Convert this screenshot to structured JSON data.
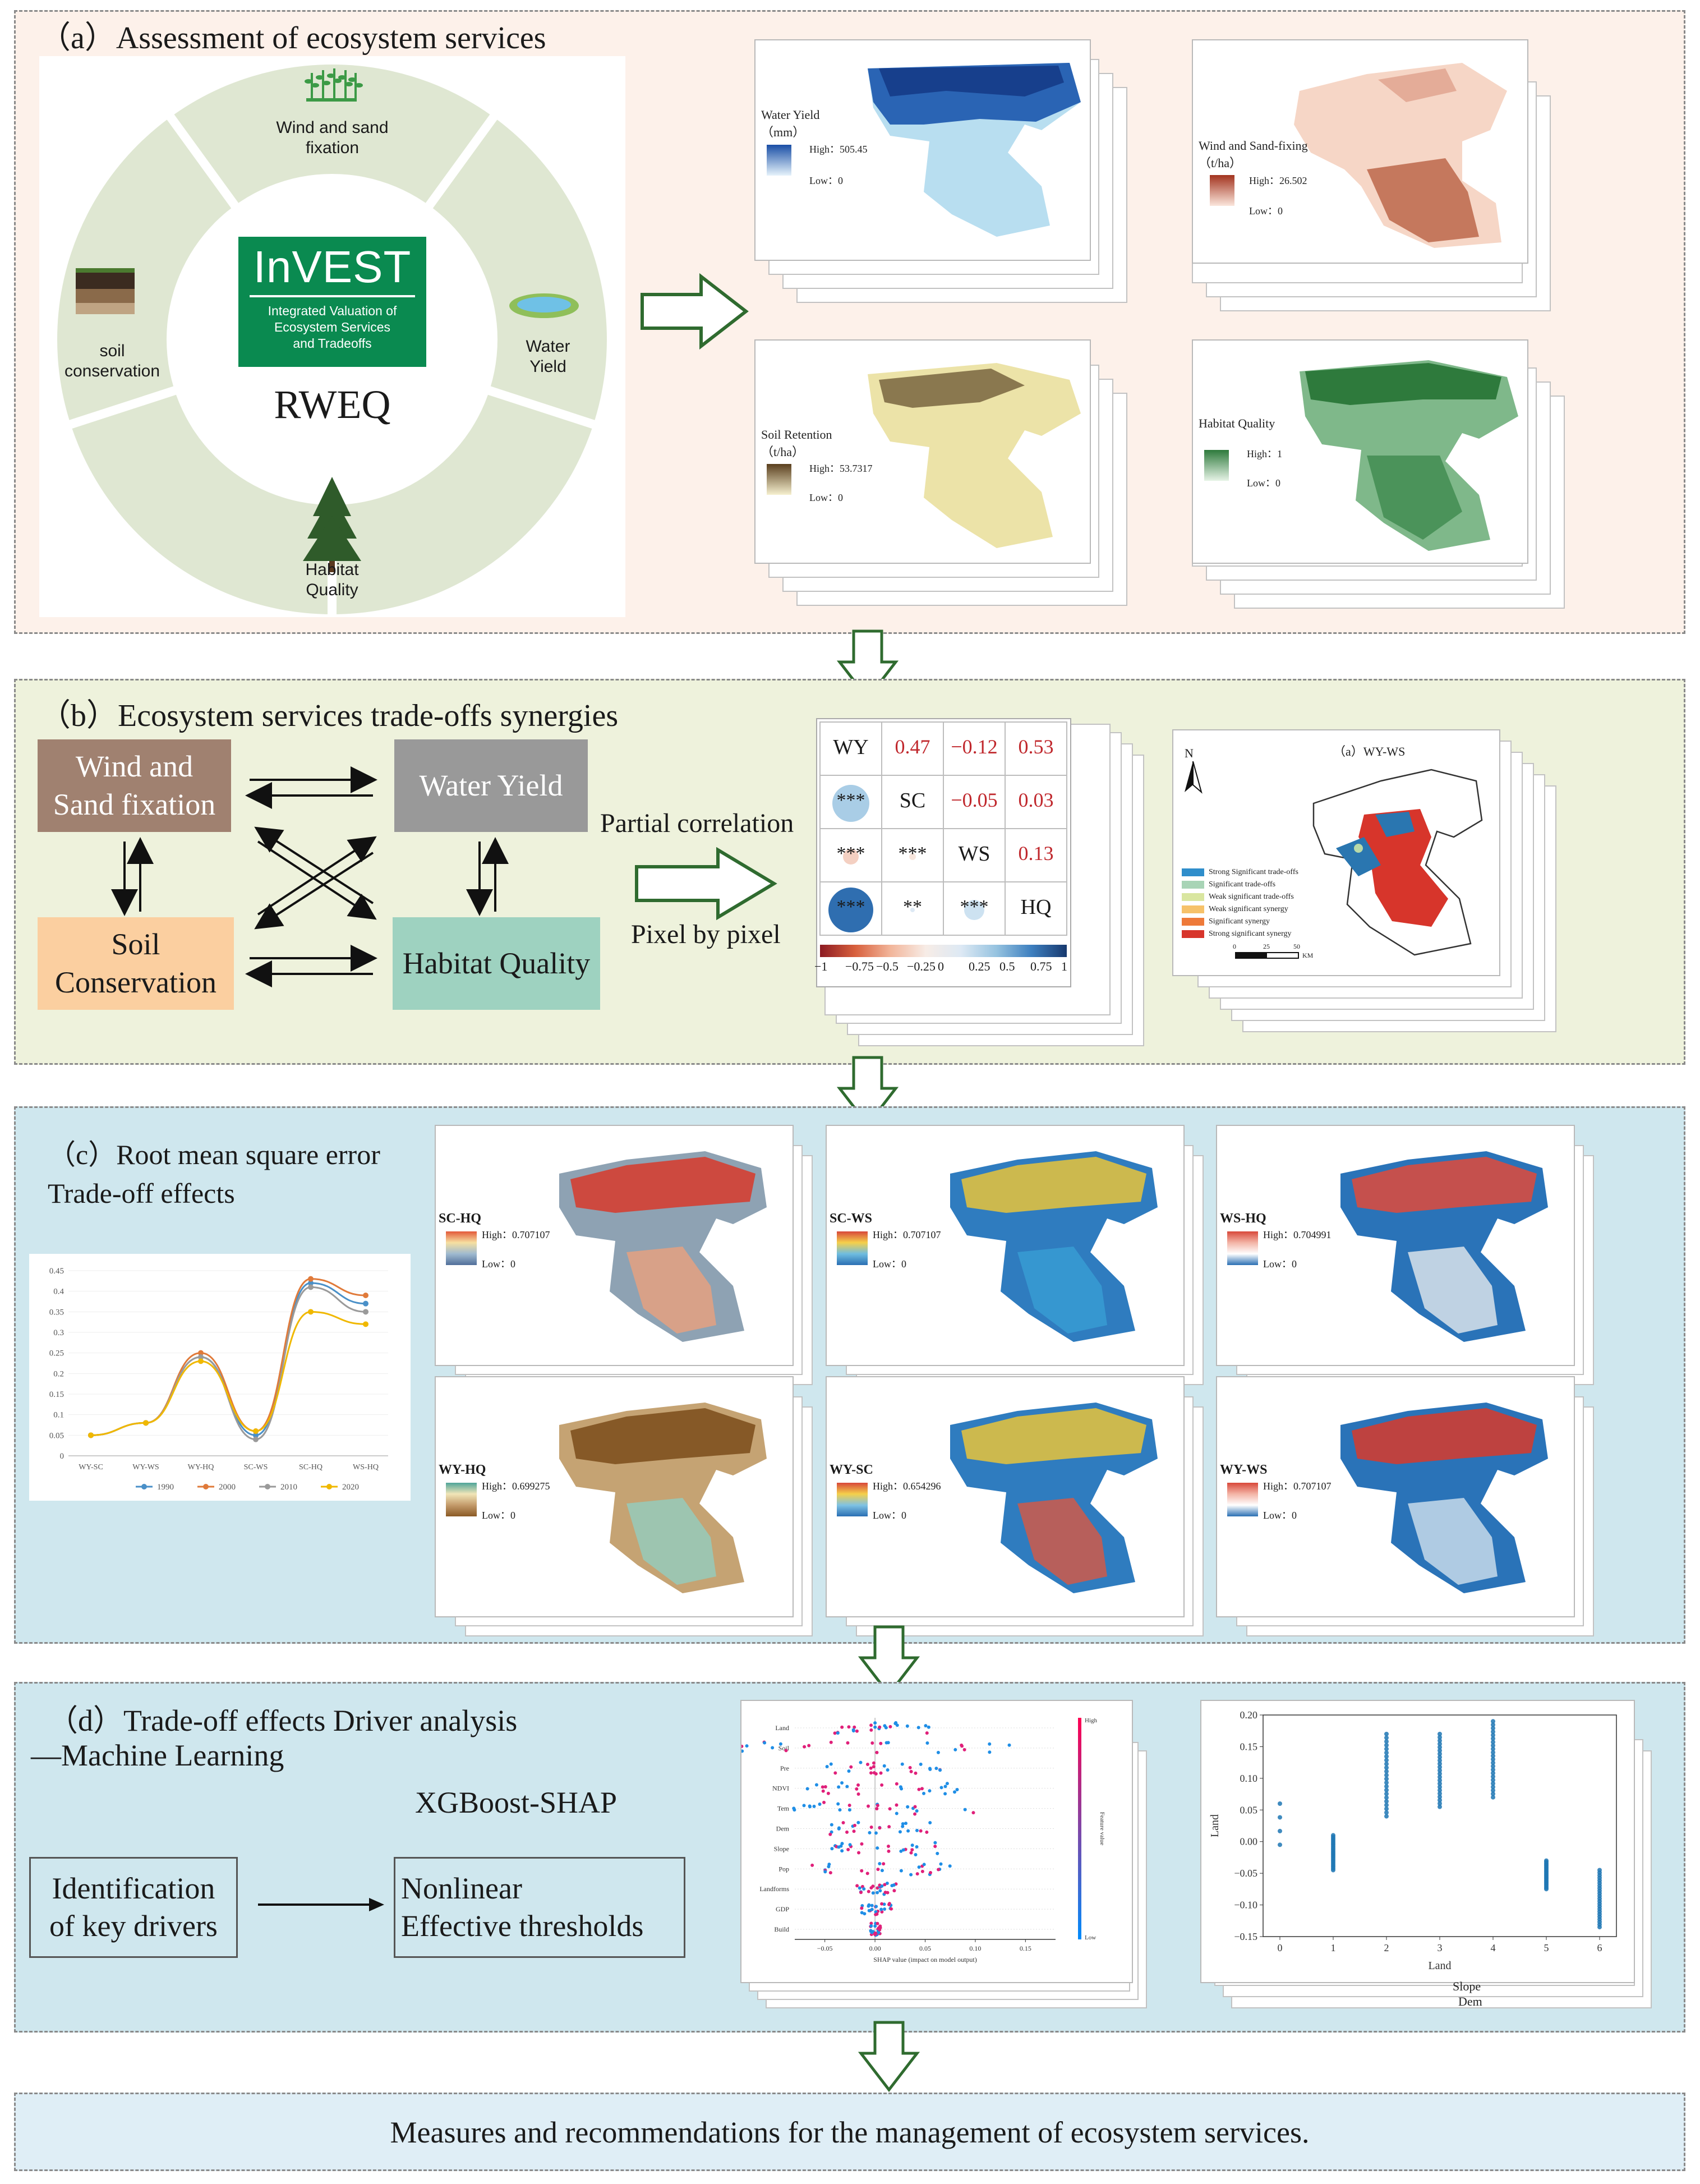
{
  "section_a": {
    "title": "（a）Assessment of ecosystem services",
    "ring": {
      "items": [
        "Wind and sand fixation",
        "Water Yield",
        "Habitat Quality",
        "soil conservation"
      ],
      "wind_l1": "Wind and sand",
      "wind_l2": "fixation",
      "water_l1": "Water",
      "water_l2": "Yield",
      "habitat_l1": "Habitat",
      "habitat_l2": "Quality",
      "soil_l1": "soil",
      "soil_l2": "conservation"
    },
    "invest": {
      "logo": "InVEST",
      "line1": "Integrated Valuation of",
      "line2": "Ecosystem Services",
      "line3": "and Tradeoffs",
      "rweq": "RWEQ"
    },
    "maps": {
      "water": {
        "title": "Water Yield",
        "unit": "（mm）",
        "high": "High：505.45",
        "low": "Low：0"
      },
      "wind": {
        "title": "Wind and Sand-fixing",
        "unit": "（t/ha）",
        "high": "High：26.502",
        "low": "Low：0"
      },
      "soil": {
        "title": "Soil Retention",
        "unit": "（t/ha）",
        "high": "High：53.7317",
        "low": "Low：0"
      },
      "habitat": {
        "title": "Habitat Quality",
        "high": "High：1",
        "low": "Low：0"
      }
    }
  },
  "section_b": {
    "title": "（b）Ecosystem services trade-offs synergies",
    "boxes": {
      "wind_l1": "Wind and",
      "wind_l2": "Sand fixation",
      "water": "Water Yield",
      "soil_l1": "Soil",
      "soil_l2": "Conservation",
      "habitat": "Habitat Quality"
    },
    "arrow_top": "Partial correlation",
    "arrow_bottom": "Pixel by pixel",
    "matrix": {
      "labels": [
        "WY",
        "SC",
        "WS",
        "HQ"
      ],
      "r1": [
        "0.47",
        "−0.12",
        "0.53"
      ],
      "r2": [
        "−0.05",
        "0.03"
      ],
      "r3": [
        "0.13"
      ],
      "stars": [
        "***",
        "***",
        "***",
        "***",
        "**",
        "***"
      ],
      "colorbar_ticks": [
        "−1",
        "−0.75",
        "−0.5",
        "−0.25",
        "0",
        "0.25",
        "0.5",
        "0.75",
        "1"
      ]
    },
    "map": {
      "title": "（a）WY-WS",
      "north": "N",
      "legend": [
        "Strong Significant trade-offs",
        "Significant trade-offs",
        "Weak significant trade-offs",
        "Weak significant synergy",
        "Significant synergy",
        "Strong significant synergy"
      ],
      "scale": [
        "0",
        "25",
        "50"
      ],
      "scale_unit": "KM"
    }
  },
  "section_c": {
    "title1": "（c）Root mean square error",
    "title2": "Trade-off effects",
    "maps": [
      {
        "name": "SC-HQ",
        "high": "High：0.707107",
        "low": "Low：0"
      },
      {
        "name": "SC-WS",
        "high": "High：0.707107",
        "low": "Low：0"
      },
      {
        "name": "WS-HQ",
        "high": "High：0.704991",
        "low": "Low：0"
      },
      {
        "name": "WY-HQ",
        "high": "High：0.699275",
        "low": "Low：0"
      },
      {
        "name": "WY-SC",
        "high": "High：0.654296",
        "low": "Low：0"
      },
      {
        "name": "WY-WS",
        "high": "High：0.707107",
        "low": "Low：0"
      }
    ]
  },
  "chart_data": [
    {
      "type": "line",
      "categories": [
        "WY-SC",
        "WY-WS",
        "WY-HQ",
        "SC-WS",
        "SC-HQ",
        "WS-HQ"
      ],
      "ylim": [
        0,
        0.45
      ],
      "yticks": [
        "0",
        "0.05",
        "0.1",
        "0.15",
        "0.2",
        "0.25",
        "0.3",
        "0.35",
        "0.4",
        "0.45"
      ],
      "legend_position": "bottom",
      "series": [
        {
          "name": "1990",
          "color": "#4a90c8",
          "values": [
            0.05,
            0.08,
            0.24,
            0.05,
            0.42,
            0.37
          ]
        },
        {
          "name": "2000",
          "color": "#e07a3a",
          "values": [
            0.05,
            0.08,
            0.25,
            0.06,
            0.43,
            0.39
          ]
        },
        {
          "name": "2010",
          "color": "#9a9a9a",
          "values": [
            0.05,
            0.08,
            0.24,
            0.04,
            0.41,
            0.35
          ]
        },
        {
          "name": "2020",
          "color": "#f0b800",
          "values": [
            0.05,
            0.08,
            0.23,
            0.06,
            0.35,
            0.32
          ]
        }
      ]
    },
    {
      "type": "scatter",
      "xlabel": "Land",
      "ylabel": "Land",
      "xticks": [
        "0",
        "1",
        "2",
        "3",
        "4",
        "5",
        "6"
      ],
      "yticks": [
        "0.20",
        "0.15",
        "0.10",
        "0.05",
        "0.00",
        "−0.05",
        "−0.10",
        "−0.15"
      ],
      "ylim": [
        -0.15,
        0.2
      ],
      "back_xlabels": [
        "Slope",
        "Dem"
      ],
      "groups": [
        {
          "x": 0,
          "y_min": -0.005,
          "y_max": 0.06
        },
        {
          "x": 1,
          "y_min": -0.045,
          "y_max": 0.01
        },
        {
          "x": 2,
          "y_min": 0.04,
          "y_max": 0.17
        },
        {
          "x": 3,
          "y_min": 0.055,
          "y_max": 0.17
        },
        {
          "x": 4,
          "y_min": 0.07,
          "y_max": 0.19
        },
        {
          "x": 5,
          "y_min": -0.075,
          "y_max": -0.03
        },
        {
          "x": 6,
          "y_min": -0.135,
          "y_max": -0.045
        }
      ]
    },
    {
      "type": "scatter",
      "title": "SHAP value (impact on model output)",
      "features": [
        "Land",
        "Soil",
        "Pre",
        "NDVI",
        "Tem",
        "Dem",
        "Slope",
        "Pop",
        "Landforms",
        "GDP",
        "Build"
      ],
      "xticks": [
        "−0.05",
        "0.00",
        "0.05",
        "0.10",
        "0.15"
      ],
      "colorbar_high": "High",
      "colorbar_low": "Low",
      "colorbar_label": "Feature value"
    }
  ],
  "section_d": {
    "title1": "（d）Trade-off effects Driver analysis",
    "title2": "—Machine Learning",
    "method": "XGBoost-SHAP",
    "box_left_l1": "Identification",
    "box_left_l2": "of key drivers",
    "box_right_l1": "Nonlinear",
    "box_right_l2": "Effective thresholds"
  },
  "section_e": {
    "text": "Measures and recommendations for the management of ecosystem services."
  }
}
